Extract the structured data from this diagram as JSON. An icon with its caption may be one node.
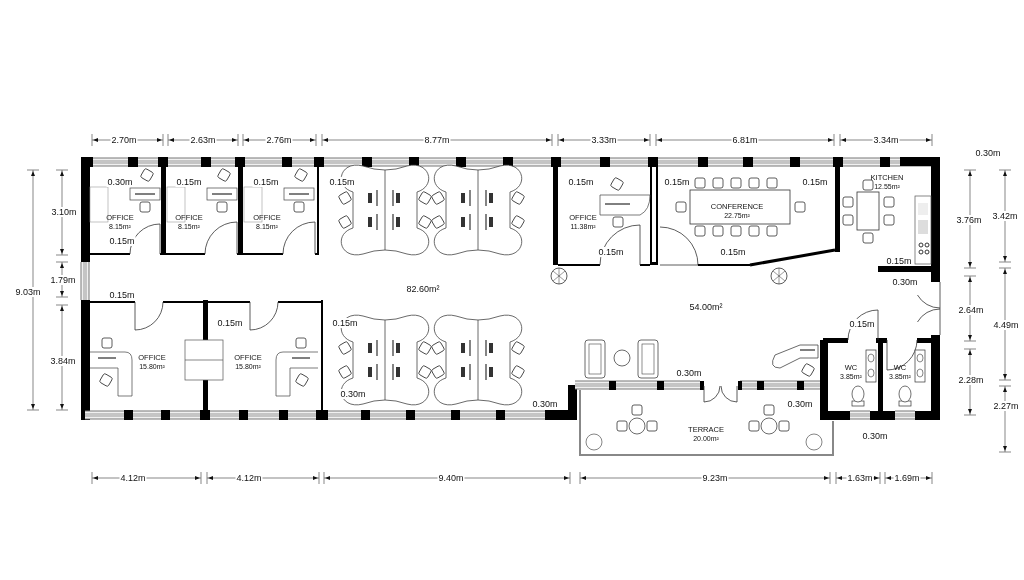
{
  "diagram": {
    "nodes": [
      {
        "text": [
          "OFFICE",
          "8.15m²"
        ]
      },
      {
        "text": [
          "OFFICE",
          "8.15m²"
        ]
      },
      {
        "text": [
          "OFFICE",
          "8.15m²"
        ]
      },
      {
        "text": [
          "OFFICE",
          "11.38m²"
        ]
      },
      {
        "text": [
          "CONFERENCE",
          "22.75m²"
        ]
      },
      {
        "text": [
          "KITCHEN",
          "12.55m²"
        ]
      },
      {
        "text": [
          "OFFICE",
          "15.80m²"
        ]
      },
      {
        "text": [
          "OFFICE",
          "15.80m²"
        ]
      },
      {
        "text": [
          "TERRACE",
          "20.00m²"
        ]
      },
      {
        "text": [
          "WC",
          "3.85m²"
        ]
      },
      {
        "text": [
          "WC",
          "3.85m²"
        ]
      }
    ],
    "labels": [
      "2.70m",
      "2.63m",
      "2.76m",
      "8.77m",
      "3.33m",
      "6.81m",
      "3.34m",
      "0.30m",
      "0.30m",
      "0.15m",
      "0.15m",
      "0.15m",
      "0.15m",
      "0.15m",
      "0.15m",
      "3.10m",
      "3.76m",
      "3.42m",
      "0.15m",
      "0.15m",
      "0.15m",
      "0.15m",
      "1.79m",
      "0.30m",
      "82.60m²",
      "9.03m",
      "0.15m",
      "54.00m²",
      "2.64m",
      "0.15m",
      "0.15m",
      "0.15m",
      "4.49m",
      "3.84m",
      "0.30m",
      "2.28m",
      "0.30m",
      "0.30m",
      "0.30m",
      "2.27m",
      "0.30m",
      "4.12m",
      "4.12m",
      "9.40m",
      "9.23m",
      "1.63m",
      "1.69m"
    ]
  }
}
